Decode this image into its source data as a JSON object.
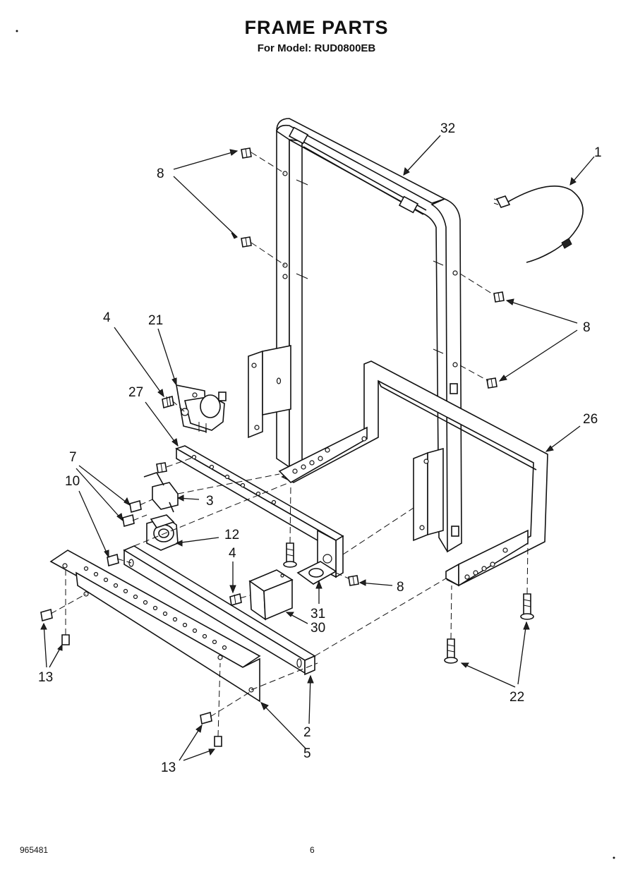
{
  "header": {
    "title": "FRAME PARTS",
    "subtitle": "For Model: RUD0800EB"
  },
  "callouts": [
    "32",
    "1",
    "8",
    "8",
    "4",
    "21",
    "27",
    "26",
    "7",
    "3",
    "10",
    "12",
    "4",
    "8",
    "31",
    "30",
    "13",
    "22",
    "2",
    "5",
    "13"
  ],
  "footer": {
    "doc_number": "965481",
    "page_number": "6"
  }
}
